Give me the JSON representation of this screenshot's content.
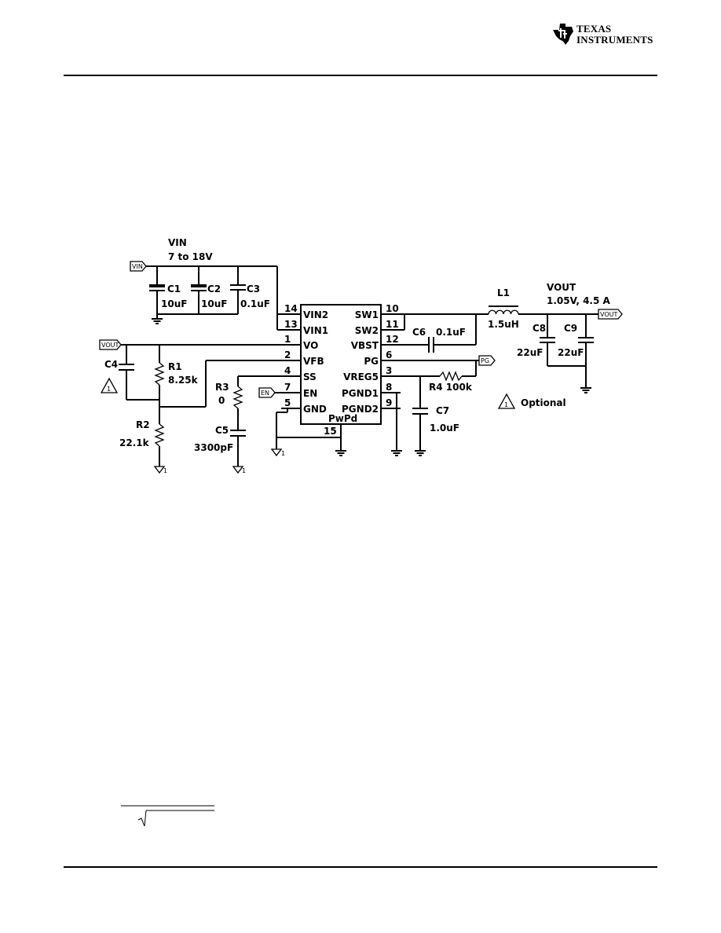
{
  "header": {
    "logo_line1": "TEXAS",
    "logo_line2": "INSTRUMENTS",
    "logo_icon": "ti-state-logo-icon"
  },
  "schematic": {
    "vin_label": "VIN",
    "vin_range": "7 to 18V",
    "vout_label": "VOUT",
    "vout_spec": "1.05V, 4.5 A",
    "ports": {
      "vin": "VIN",
      "vout_right": "VOUT",
      "vout_left": "VOUT",
      "pg": "PG",
      "en": "EN"
    },
    "components": {
      "C1": "C1",
      "C1_value": "10uF",
      "C2": "C2",
      "C2_value": "10uF",
      "C3": "C3",
      "C3_value": "0.1uF",
      "C4": "C4",
      "R1": "R1",
      "R1_value": "8.25k",
      "R2": "R2",
      "R2_value": "22.1k",
      "R3": "R3",
      "R3_value": "0",
      "C5": "C5",
      "C5_value": "3300pF",
      "C6": "C6",
      "C6_value": "0.1uF",
      "C7": "C7",
      "C7_value": "1.0uF",
      "R4": "R4 100k",
      "L1": "L1",
      "L1_value": "1.5uH",
      "C8": "C8",
      "C8_value": "22uF",
      "C9": "C9",
      "C9_value": "22uF"
    },
    "ic_left_pins": [
      {
        "num": "14",
        "name": "VIN2"
      },
      {
        "num": "13",
        "name": "VIN1"
      },
      {
        "num": "1",
        "name": "VO"
      },
      {
        "num": "2",
        "name": "VFB"
      },
      {
        "num": "4",
        "name": "SS"
      },
      {
        "num": "7",
        "name": "EN"
      },
      {
        "num": "5",
        "name": "GND"
      }
    ],
    "ic_right_pins": [
      {
        "num": "10",
        "name": "SW1"
      },
      {
        "num": "11",
        "name": "SW2"
      },
      {
        "num": "12",
        "name": "VBST"
      },
      {
        "num": "6",
        "name": "PG"
      },
      {
        "num": "3",
        "name": "VREG5"
      },
      {
        "num": "8",
        "name": "PGND1"
      },
      {
        "num": "9",
        "name": "PGND2"
      }
    ],
    "ic_pad_name": "PwPd",
    "ic_pad_num": "15",
    "optional_note": "Optional",
    "warning_mark": "1",
    "gnd_mark": "1"
  }
}
